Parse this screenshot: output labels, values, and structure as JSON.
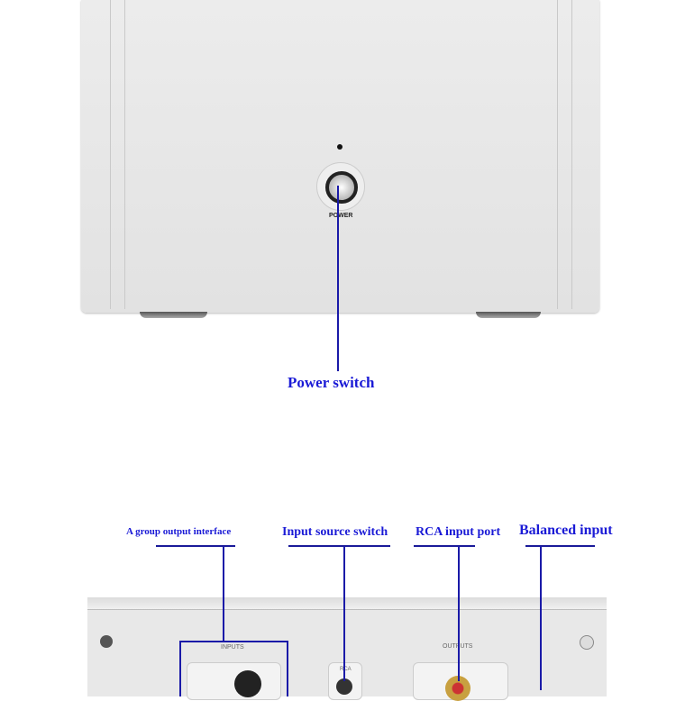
{
  "top": {
    "power_text": "POWER",
    "label": "Power switch"
  },
  "bottom": {
    "labels": [
      "A group output interface",
      "Input source switch",
      "RCA input port",
      "Balanced input"
    ],
    "inputs_text": "INPUTS",
    "outputs_text": "OUTPUTS",
    "rca_text": "RCA"
  },
  "colors": {
    "label": "#1a1ad6",
    "leader": "#1a1aa8"
  }
}
